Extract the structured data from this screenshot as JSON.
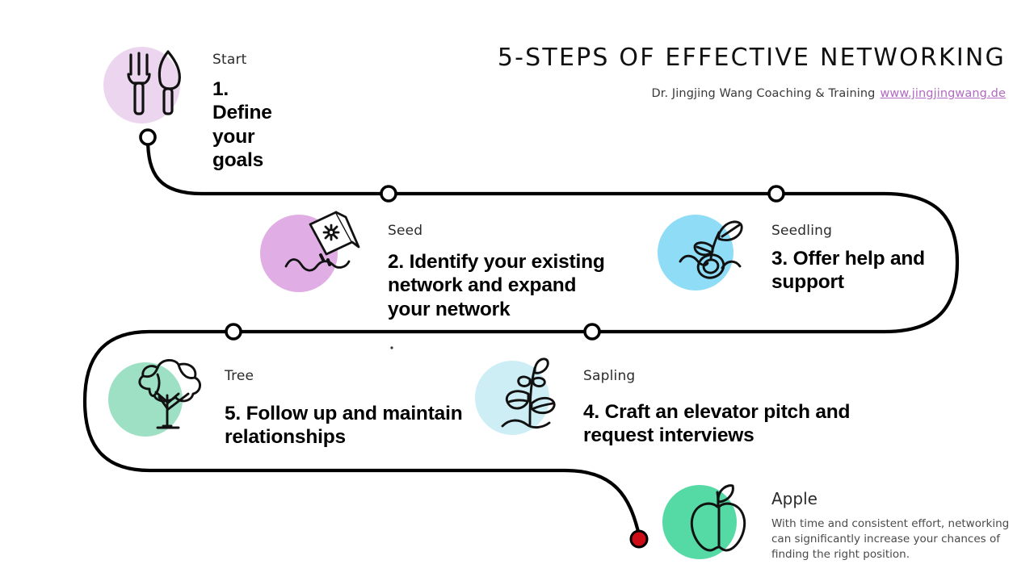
{
  "header": {
    "title": "5-STEPS OF EFFECTIVE NETWORKING",
    "byline": "Dr. Jingjing Wang Coaching & Training",
    "website": "www.jingjingwang.de"
  },
  "steps": [
    {
      "stage": "Start",
      "heading": "1. Define your goals",
      "icon": "garden-fork-and-trowel-icon",
      "circle_color": "#ecd6ef"
    },
    {
      "stage": "Seed",
      "heading": "2. Identify your existing network and expand your network",
      "icon": "seed-packet-icon",
      "circle_color": "#e0aee4"
    },
    {
      "stage": "Seedling",
      "heading": "3. Offer help and support",
      "icon": "sprouting-seedling-icon",
      "circle_color": "#8fdcf7"
    },
    {
      "stage": "Sapling",
      "heading": "4. Craft an elevator pitch and request interviews",
      "icon": "sapling-icon",
      "circle_color": "#cdeef5"
    },
    {
      "stage": "Tree",
      "heading": "5. Follow up and maintain relationships",
      "icon": "tree-icon",
      "circle_color": "#9ee0c3"
    }
  ],
  "outcome": {
    "stage": "Apple",
    "description": "With time and consistent effort, networking can significantly increase your chances of finding the right position.",
    "icon": "apple-icon",
    "circle_color": "#55d9a5"
  },
  "path": {
    "line_color": "#000000",
    "node_fill": "#ffffff",
    "end_dot_color": "#cc0d16"
  }
}
